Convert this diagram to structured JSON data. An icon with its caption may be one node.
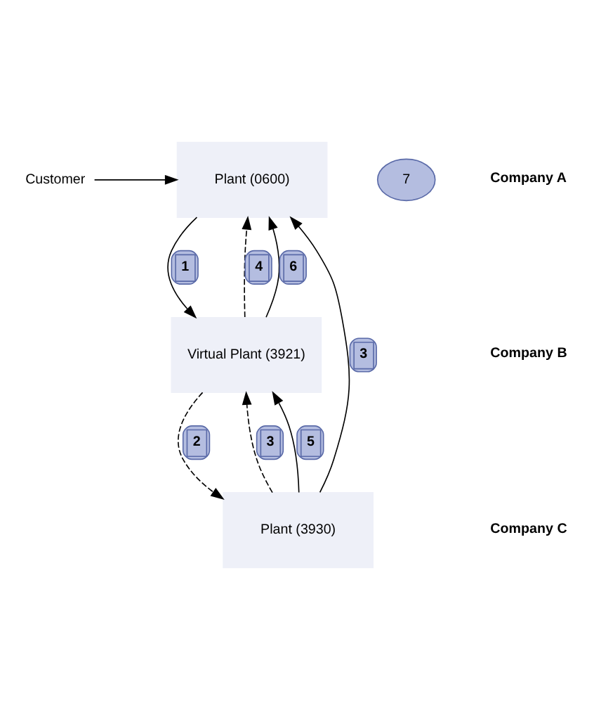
{
  "diagram": {
    "nodes": [
      {
        "text": [
          "Customer"
        ]
      },
      {
        "text": [
          "Plant (0600)"
        ]
      },
      {
        "text": [
          "Virtual Plant (3921)"
        ]
      },
      {
        "text": [
          "Plant (3930)"
        ]
      },
      {
        "text": [
          "7"
        ]
      }
    ],
    "edges": [
      {
        "from": 0,
        "to": 1,
        "arrow": "to"
      },
      {
        "from": 1,
        "to": 2,
        "arrow": "to",
        "label": "1"
      },
      {
        "from": 2,
        "to": 1,
        "arrow": "to",
        "label": "4",
        "style": "dashed"
      },
      {
        "from": 2,
        "to": 1,
        "arrow": "to",
        "label": "6"
      },
      {
        "from": 2,
        "to": 3,
        "arrow": "to",
        "label": "2",
        "style": "dashed"
      },
      {
        "from": 3,
        "to": 2,
        "arrow": "to",
        "label": "3",
        "style": "dashed"
      },
      {
        "from": 3,
        "to": 2,
        "arrow": "to",
        "label": "5"
      },
      {
        "from": 3,
        "to": 1,
        "arrow": "to",
        "label": "3"
      }
    ],
    "labels": [
      "Company A",
      "Company B",
      "Company C"
    ]
  }
}
